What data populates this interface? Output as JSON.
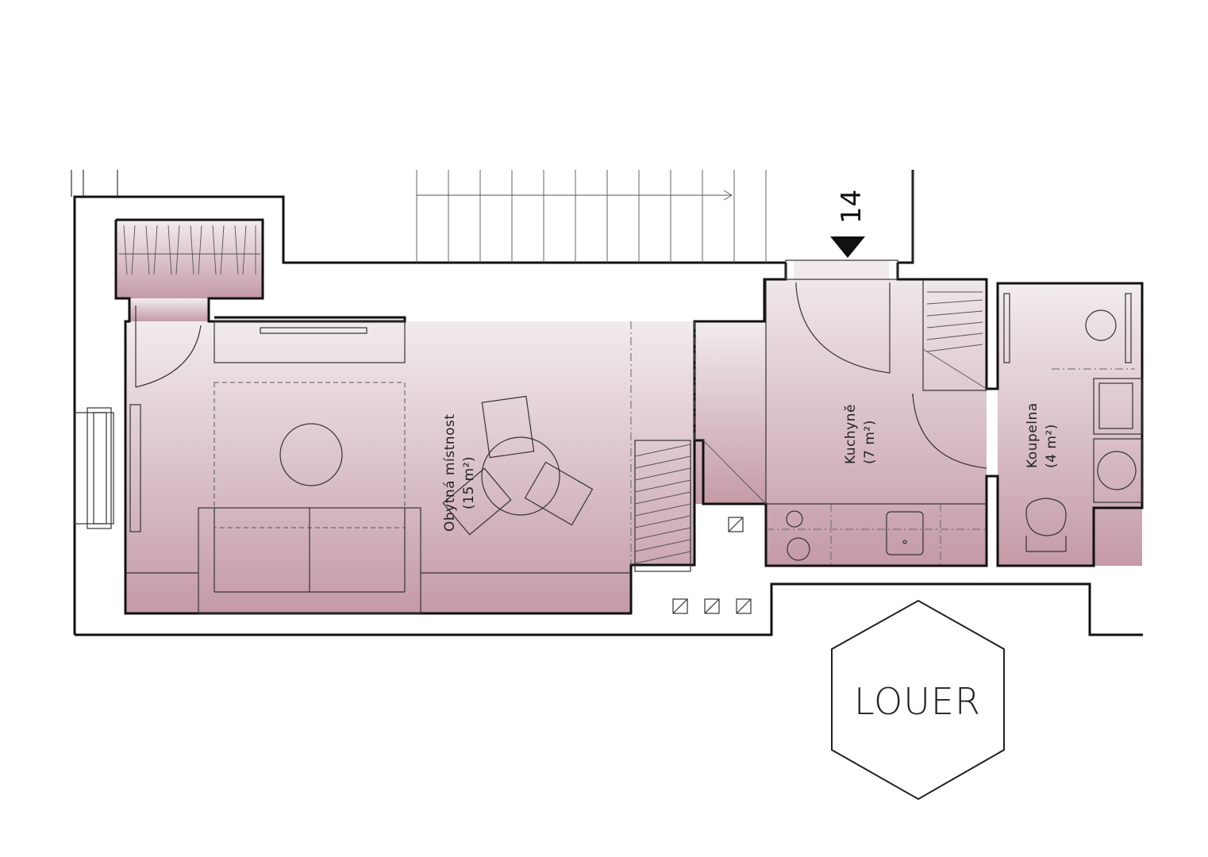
{
  "floor_plan": {
    "unit_number": "14",
    "rooms": [
      {
        "name": "Obytná místnost",
        "area": "(15 m²)"
      },
      {
        "name": "Kuchyně",
        "area": "(7 m²)"
      },
      {
        "name": "Koupelna",
        "area": "(4 m²)"
      }
    ]
  },
  "logo": {
    "text": "LOUER"
  },
  "colors": {
    "fill_top": "#f2ecef",
    "fill_bottom": "#c49aa6",
    "line": "#111111"
  }
}
